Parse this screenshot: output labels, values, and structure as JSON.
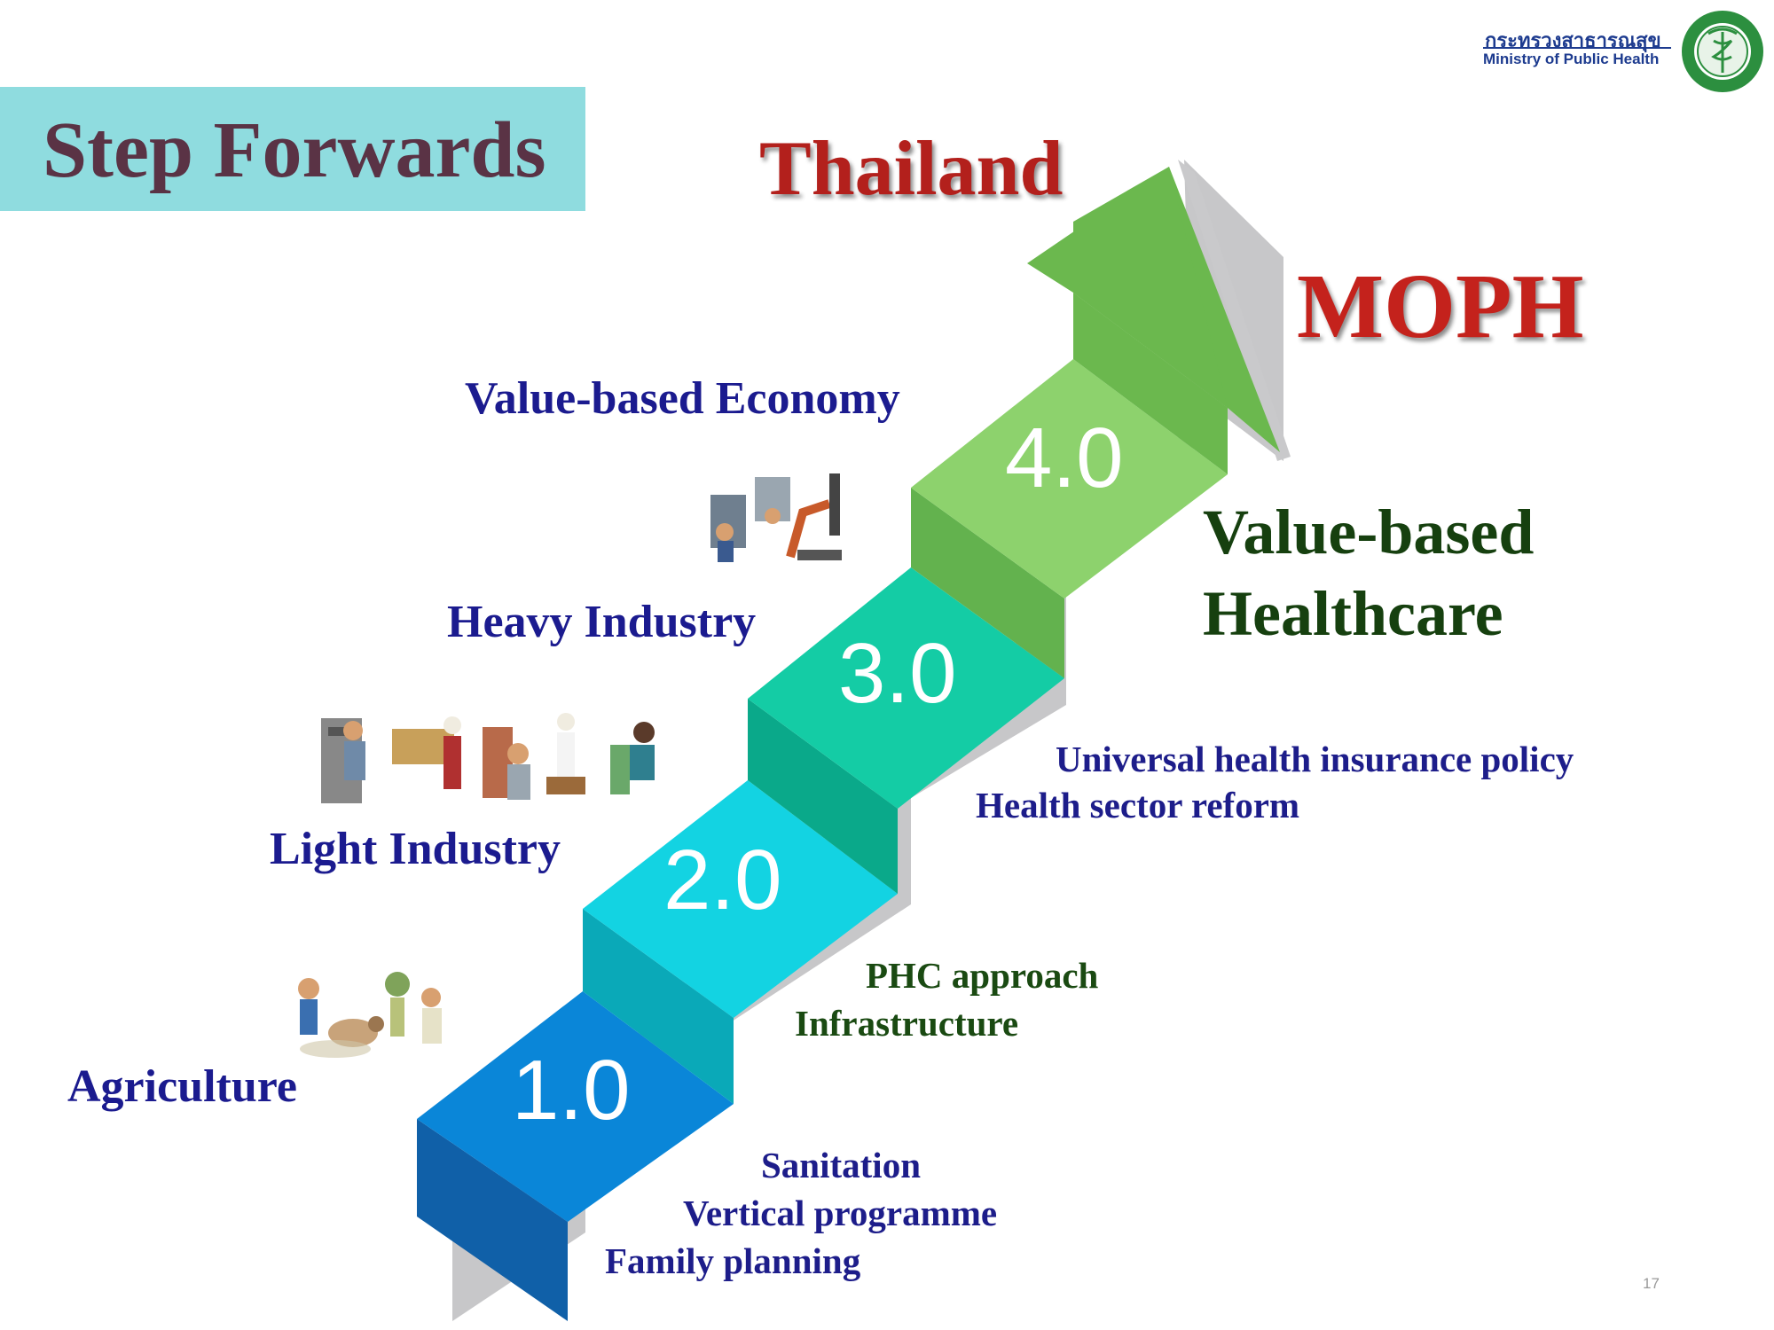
{
  "header": {
    "title": "Step Forwards",
    "thailand_label": "Thailand",
    "moph_label": "MOPH",
    "ministry_name_th": "กระทรวงสาธารณสุข",
    "ministry_name_en": "Ministry of Public Health",
    "page_number": "17"
  },
  "economy_stages": [
    "Agriculture",
    "Light Industry",
    "Heavy Industry",
    "Value-based Economy"
  ],
  "steps": [
    {
      "label": "1.0",
      "color": "#0a86d8"
    },
    {
      "label": "2.0",
      "color": "#13d3e2"
    },
    {
      "label": "3.0",
      "color": "#14cca5"
    },
    {
      "label": "4.0",
      "color": "#8dd26d"
    }
  ],
  "moph_milestones": {
    "step1": [
      "Sanitation",
      "Vertical programme",
      "Family planning"
    ],
    "step2": [
      "PHC approach",
      "Infrastructure"
    ],
    "step3": [
      "Universal health insurance policy",
      "Health sector reform"
    ],
    "step4_line1": "Value-based",
    "step4_line2": "Healthcare"
  },
  "illustrations": [
    "agriculture-illustration",
    "light-industry-illustration",
    "heavy-industry-illustration"
  ]
}
